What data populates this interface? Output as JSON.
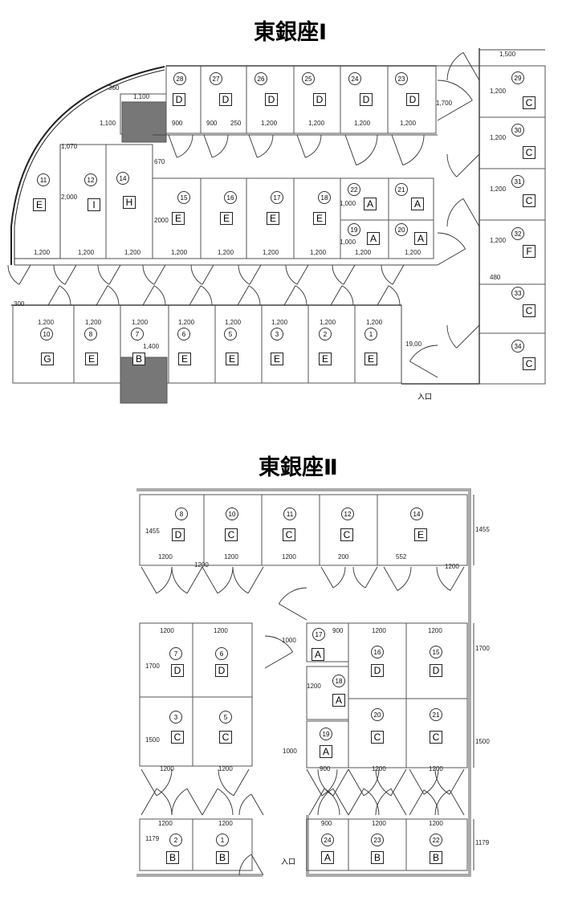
{
  "plans": [
    {
      "title": "東銀座Ⅰ",
      "entrance": "入口",
      "units": [
        {
          "no": "28",
          "type": "D"
        },
        {
          "no": "27",
          "type": "D"
        },
        {
          "no": "26",
          "type": "D"
        },
        {
          "no": "25",
          "type": "D"
        },
        {
          "no": "24",
          "type": "D"
        },
        {
          "no": "23",
          "type": "D"
        },
        {
          "no": "11",
          "type": "E"
        },
        {
          "no": "12",
          "type": "I"
        },
        {
          "no": "14",
          "type": "H"
        },
        {
          "no": "15",
          "type": "E"
        },
        {
          "no": "16",
          "type": "E"
        },
        {
          "no": "17",
          "type": "E"
        },
        {
          "no": "18",
          "type": "E"
        },
        {
          "no": "22",
          "type": "A"
        },
        {
          "no": "21",
          "type": "A"
        },
        {
          "no": "19",
          "type": "A"
        },
        {
          "no": "20",
          "type": "A"
        },
        {
          "no": "10",
          "type": "G"
        },
        {
          "no": "8",
          "type": "E"
        },
        {
          "no": "7",
          "type": "B"
        },
        {
          "no": "6",
          "type": "E"
        },
        {
          "no": "5",
          "type": "E"
        },
        {
          "no": "3",
          "type": "E"
        },
        {
          "no": "2",
          "type": "E"
        },
        {
          "no": "1",
          "type": "E"
        },
        {
          "no": "29",
          "type": "C"
        },
        {
          "no": "30",
          "type": "C"
        },
        {
          "no": "31",
          "type": "C"
        },
        {
          "no": "32",
          "type": "F"
        },
        {
          "no": "33",
          "type": "C"
        },
        {
          "no": "34",
          "type": "C"
        }
      ],
      "dims": [
        "1,500",
        "360",
        "1,100",
        "1,100",
        "1,700",
        "900",
        "900",
        "250",
        "1,200",
        "1,200",
        "1,200",
        "1,200",
        "1,070",
        "670",
        "2,000",
        "2000",
        "1,000",
        "1,000",
        "1,200",
        "1,200",
        "1,200",
        "1,200",
        "1,200",
        "1,200",
        "1,200",
        "1,200",
        "1,200",
        "1,200",
        "1,200",
        "1,200",
        "1,200",
        "1,200",
        "1,200",
        "1,200",
        "1,200",
        "1,200",
        "1,200",
        "1,200",
        "1,200",
        "480",
        "300",
        "1,400",
        "19,00"
      ]
    },
    {
      "title": "東銀座Ⅱ",
      "entrance": "入口",
      "units": [
        {
          "no": "8",
          "type": "D"
        },
        {
          "no": "10",
          "type": "C"
        },
        {
          "no": "11",
          "type": "C"
        },
        {
          "no": "12",
          "type": "C"
        },
        {
          "no": "14",
          "type": "E"
        },
        {
          "no": "7",
          "type": "D"
        },
        {
          "no": "6",
          "type": "D"
        },
        {
          "no": "17",
          "type": "A"
        },
        {
          "no": "18",
          "type": "A"
        },
        {
          "no": "19",
          "type": "A"
        },
        {
          "no": "16",
          "type": "D"
        },
        {
          "no": "15",
          "type": "D"
        },
        {
          "no": "20",
          "type": "C"
        },
        {
          "no": "21",
          "type": "C"
        },
        {
          "no": "3",
          "type": "C"
        },
        {
          "no": "5",
          "type": "C"
        },
        {
          "no": "2",
          "type": "B"
        },
        {
          "no": "1",
          "type": "B"
        },
        {
          "no": "24",
          "type": "A"
        },
        {
          "no": "23",
          "type": "B"
        },
        {
          "no": "22",
          "type": "B"
        }
      ],
      "dims": [
        "1455",
        "1455",
        "1200",
        "1200",
        "1200",
        "1200",
        "1200",
        "200",
        "552",
        "1200",
        "1200",
        "900",
        "1200",
        "1200",
        "1700",
        "1700",
        "1000",
        "1200",
        "1500",
        "1500",
        "1000",
        "1200",
        "1200",
        "900",
        "1200",
        "1200",
        "1200",
        "1200",
        "900",
        "1200",
        "1200",
        "1179",
        "1179"
      ]
    }
  ]
}
